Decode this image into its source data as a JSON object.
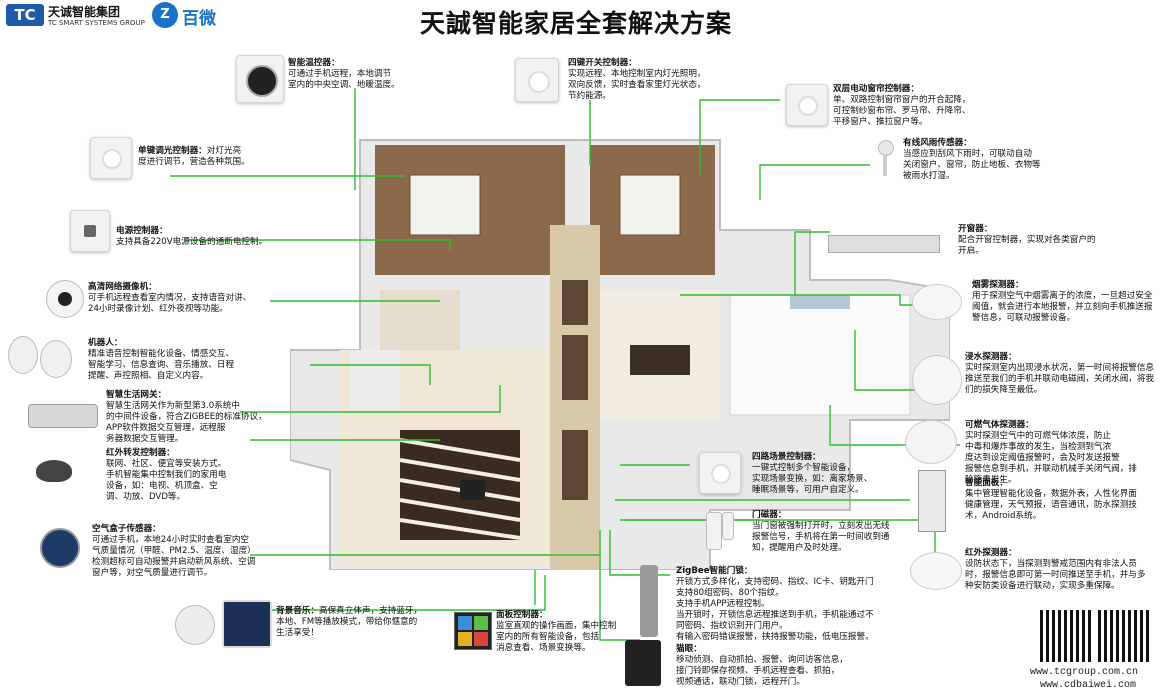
{
  "header": {
    "logo_mark": "TC",
    "company_cn": "天诚智能集团",
    "company_en": "TC SMART SYSTEMS GROUP",
    "partner_mark": "Z",
    "partner_name": "百微",
    "title": "天誠智能家居全套解决方案"
  },
  "labels": {
    "temp": {
      "title": "智能温控器：",
      "lines": [
        "可通过手机远程，本地调节",
        "室内的中央空调、地暖温度。"
      ]
    },
    "fourkey": {
      "title": "四键开关控制器：",
      "lines": [
        "实现远程、本地控制室内灯光照明，",
        "双向反馈，实时查看家里灯光状态，",
        "节约能源。"
      ]
    },
    "curtain": {
      "title": "双层电动窗帘控制器：",
      "lines": [
        "单、双路控制窗帘窗户的开合起降，",
        "可控制纱窗布帘、罗马帘、升降帘、",
        "平移窗户、推拉窗户等。"
      ]
    },
    "dimmer": {
      "title": "单键调光控制器：",
      "lines": [
        "对灯光亮",
        "度进行调节，营造各种氛围。"
      ]
    },
    "rain": {
      "title": "有线风雨传感器：",
      "lines": [
        "当感应到刮风下雨时，可联动自动",
        "关闭窗户、窗帘，防止地板、衣物等",
        "被雨水打湿。"
      ]
    },
    "socket": {
      "title": "电源控制器：",
      "lines": [
        "支持具备220V电源设备的通断电控制。"
      ]
    },
    "opener": {
      "title": "开窗器：",
      "lines": [
        "配合开窗控制器，实现对各类窗户的",
        "开启。"
      ]
    },
    "camera": {
      "title": "高清网络摄像机：",
      "lines": [
        "可手机远程查看室内情况，支持语音对讲、",
        "24小时录像计划、红外夜视等功能。"
      ]
    },
    "smoke": {
      "title": "烟雾探测器：",
      "lines": [
        "用于探测空气中烟雾离子的浓度，一旦超过安全",
        "阈值，就会进行本地报警，并立刻向手机推送报",
        "警信息，可联动报警设备。"
      ]
    },
    "robot": {
      "title": "机器人：",
      "lines": [
        "精准语音控制智能化设备、情感交互、",
        "智能学习、信息查询、音乐播放、日程",
        "提醒、声控照相、自定义内容。"
      ]
    },
    "water": {
      "title": "浸水探测器：",
      "lines": [
        "实时探测室内出现浸水状况，第一时间将报警信息",
        "推送至我们的手机并联动电磁阀，关闭水阀，将我",
        "们的损失降至最低。"
      ]
    },
    "gateway": {
      "title": "智慧生活网关：",
      "lines": [
        "智慧生活网关作为新型第3.0系统中",
        "的中间件设备，符合ZIGBEE的标准协议，",
        "APP软件数据交互管理，远程服",
        "务器数据交互管理。"
      ]
    },
    "gas": {
      "title": "可燃气体探测器：",
      "lines": [
        "实时探测空气中的可燃气体浓度，防止",
        "中毒和爆炸事故的发生，当检测到气浓",
        "度达到设定阈值报警时，会及时发送报警",
        "报警信息到手机，并联动机械手关闭气阀，排",
        "除隐患发生。"
      ]
    },
    "ir": {
      "title": "红外转发控制器：",
      "lines": [
        "联网、社区、便宜等安装方式。",
        "手机智能集中控制我们的家用电",
        "设备，如：电视、机顶盒、空",
        "调、功放、DVD等。"
      ]
    },
    "scene": {
      "title": "四路场景控制器：",
      "lines": [
        "一键式控制多个智能设备，",
        "实现场景变换，如：离家场景、",
        "睡眠场景等，可用户自定义。"
      ]
    },
    "panel": {
      "title": "智能面板：",
      "lines": [
        "集中管理智能化设备，数据外表，人性化界面",
        "健康管理，天气预报，语音通讯，防水探测技",
        "术，Android系统。"
      ]
    },
    "door": {
      "title": "门磁器：",
      "lines": [
        "当门窗被强制打开时，立刻发出无线",
        "报警信号，手机将在第一时间收到通",
        "知，提醒用户及时处理。"
      ]
    },
    "air": {
      "title": "空气盒子传感器：",
      "lines": [
        "可通过手机，本地24小时实时查看室内空",
        "气质量情况（甲醛、PM2.5、温度、湿度）",
        "检测超标可自动报警并启动新风系统、空调",
        "窗户等，对空气质量进行调节。"
      ]
    },
    "pir": {
      "title": "红外探测器：",
      "lines": [
        "设防状态下，当探测到警戒范围内有非法人员",
        "时，报警信息即可第一时间推送至手机，并与多",
        "种安防类设备进行联动，实现多重保障。"
      ]
    },
    "lock": {
      "title": "ZigBee智能门锁：",
      "lines": [
        "开锁方式多样化，支持密码、指纹、IC卡、钥匙开门",
        "支持80组密码、80个指纹。",
        "支持手机APP远程控制。",
        "当开锁时，开锁信息远程推送到手机，手机能通过不",
        "同密码、指纹识别开门用户。",
        "有输入密码错误报警，挟持报警功能，低电压报警。"
      ]
    },
    "music": {
      "title": "背景音乐：",
      "lines": [
        "高保真立体声，支持蓝牙，",
        "本地、FM等播放模式，带给你惬意的",
        "生活享受！"
      ]
    },
    "screen": {
      "title": "面板控制器：",
      "lines": [
        "监室直观的操作画面，集中控制",
        "室内的所有智能设备，包括",
        "消息查看、场景变换等。"
      ]
    },
    "peephole": {
      "title": "猫眼：",
      "lines": [
        "移动侦测、自动抓拍、报警、询问访客信息，",
        "接门铃即保存视频、手机远程查看、抓拍，",
        "视频通话，联动门锁，远程开门。"
      ]
    }
  },
  "footer": {
    "website1": "www.tcgroup.com.cn",
    "website2": "www.cdbaiwei.com"
  },
  "colors": {
    "connector": "#2fbf2f",
    "title": "#111111",
    "brand_blue": "#1a73c9"
  }
}
